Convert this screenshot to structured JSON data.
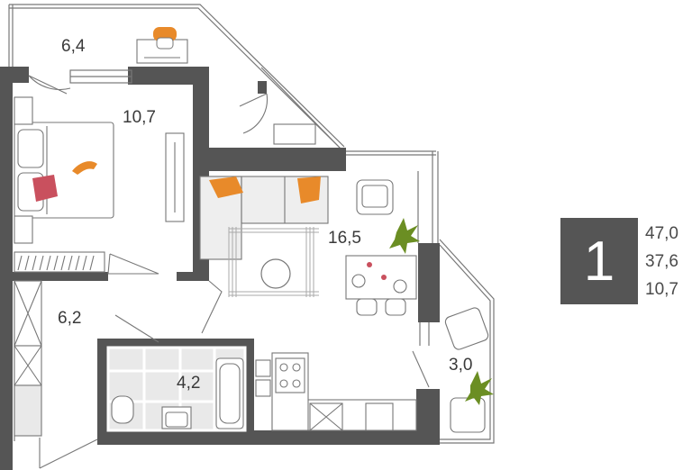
{
  "plan": {
    "rooms": [
      {
        "id": "loggia-top",
        "label": "6,4"
      },
      {
        "id": "bedroom",
        "label": "10,7"
      },
      {
        "id": "living-kitchen",
        "label": "16,5"
      },
      {
        "id": "hallway",
        "label": "6,2"
      },
      {
        "id": "bathroom",
        "label": "4,2"
      },
      {
        "id": "balcony",
        "label": "3,0"
      }
    ],
    "colors": {
      "wall": "#555555",
      "line": "#777777",
      "accent_orange": "#e88a2a",
      "accent_pink": "#c9505e",
      "plant": "#6b8e23"
    }
  },
  "summary": {
    "rooms_count": "1",
    "total_area": "47,0",
    "living_area": "37,6",
    "kitchen_area": "10,7"
  }
}
